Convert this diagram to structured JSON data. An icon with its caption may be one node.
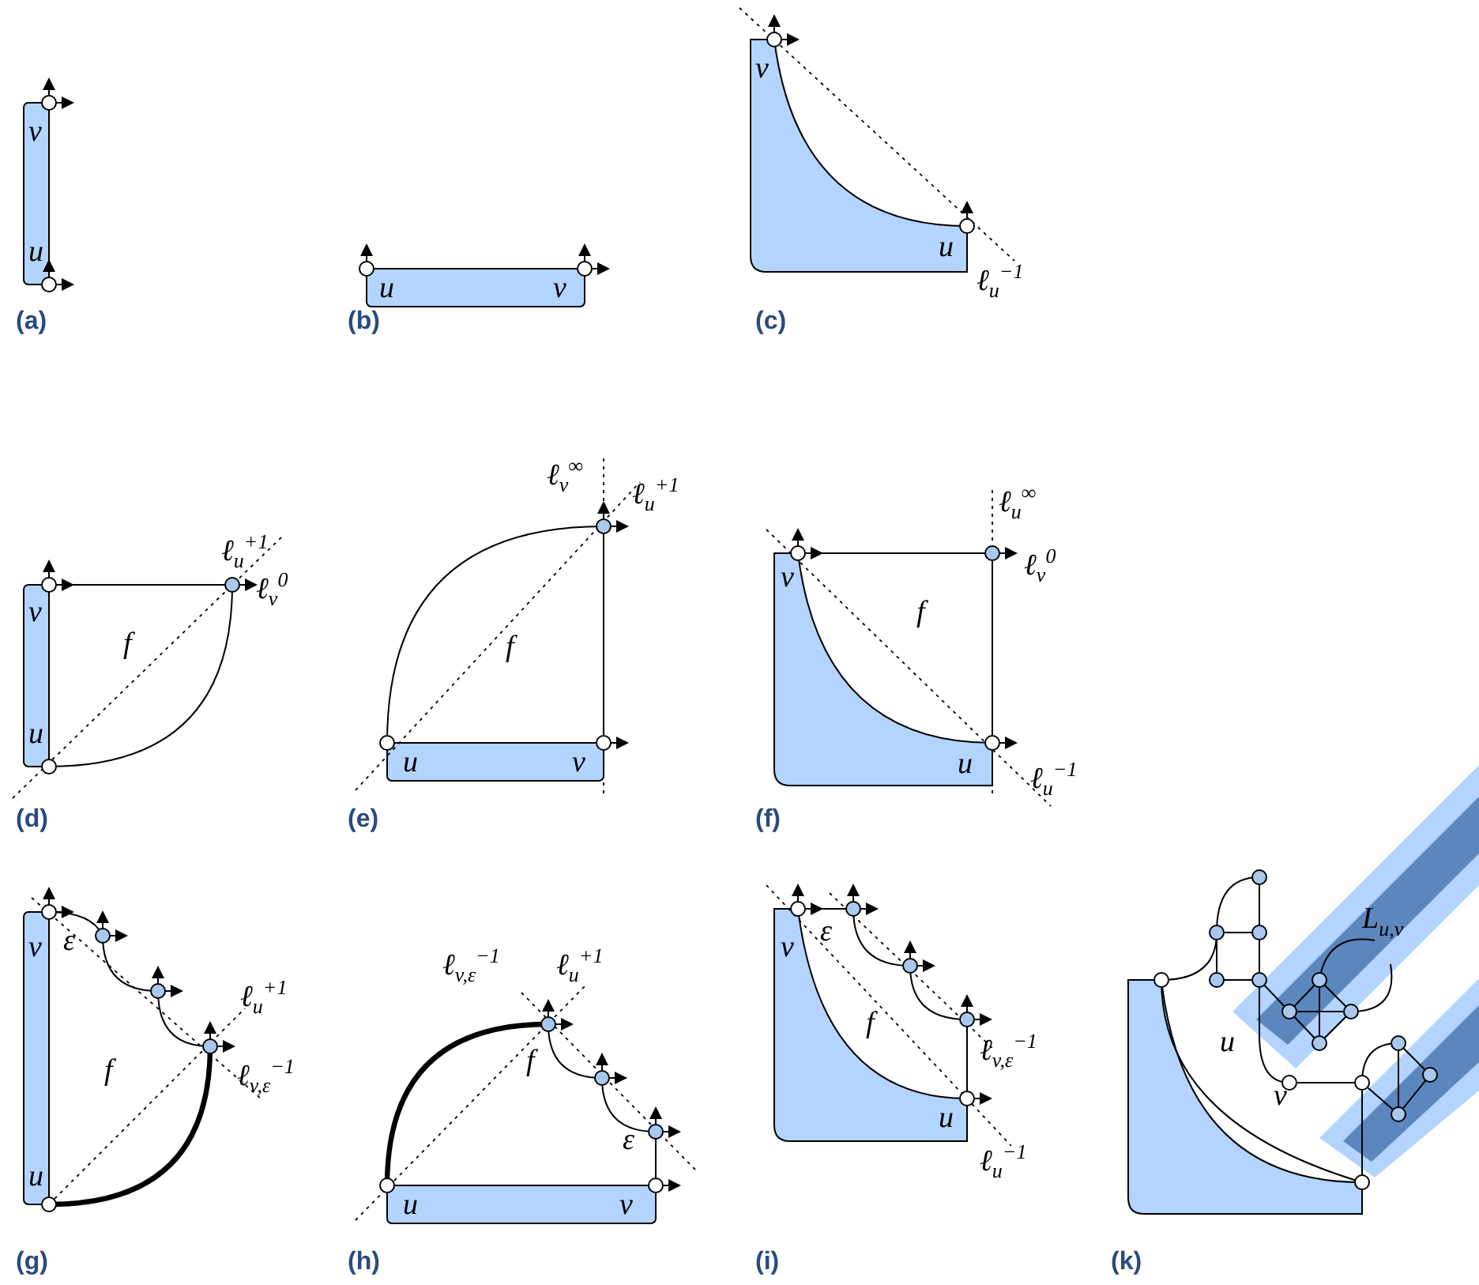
{
  "diagram": {
    "labels": [
      "v",
      "u",
      "(a)",
      "u",
      "v",
      "(b)",
      "v",
      "u",
      "ℓ$_{u}$$^{−1}$",
      "(c)",
      "ℓ$_{u}$$^{+1}$",
      "v",
      "ℓ$_{v}$$^{0}$",
      "f",
      "u",
      "(d)",
      "ℓ$_{v}$$^{∞}$",
      "ℓ$_{u}$$^{+1}$",
      "f",
      "u",
      "v",
      "(e)",
      "ℓ$_{u}$$^{∞}$",
      "v",
      "ℓ$_{v}$$^{0}$",
      "f",
      "u",
      "ℓ$_{u}$$^{−1}$",
      "(f)",
      "v",
      "ε",
      "ℓ$_{u}$$^{+1}$",
      "f",
      "ℓ$_{v,ε}$$^{−1}$",
      "u",
      "(g)",
      "ℓ$_{v,ε}$$^{−1}$",
      "ℓ$_{u}$$^{+1}$",
      "f",
      "ε",
      "u",
      "v",
      "(h)",
      "ε",
      "v",
      "f",
      "ℓ$_{v,ε}$$^{−1}$",
      "u",
      "ℓ$_{u}$$^{−1}$",
      "(i)",
      "L$_{u,v}$",
      "u",
      "v",
      "(k)"
    ]
  }
}
